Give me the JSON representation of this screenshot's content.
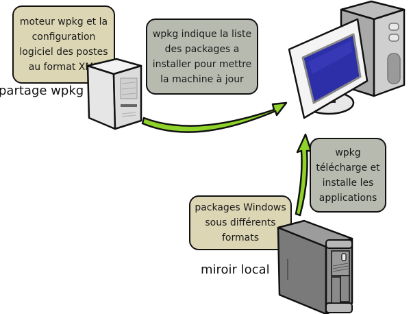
{
  "diagram": {
    "bubbles": {
      "moteur": {
        "lines": [
          "moteur wpkg et la",
          "configuration",
          "logiciel des postes",
          "au format XML"
        ]
      },
      "indique": {
        "lines": [
          "wpkg indique la liste",
          "des packages a",
          "installer pour mettre",
          "la machine à jour"
        ]
      },
      "telecharge": {
        "lines": [
          "wpkg",
          "télécharge et",
          "installe les",
          "applications"
        ]
      },
      "packages": {
        "lines": [
          "packages Windows",
          "sous différents",
          "formats"
        ]
      }
    },
    "labels": {
      "partage": "partage wpkg",
      "miroir": "miroir local"
    },
    "nodes": {
      "share_server": "server-tower-icon",
      "workstation": "desktop-computer-icon",
      "mirror_server": "server-tower-icon"
    },
    "colors": {
      "beige_bubble": "#dcd6b4",
      "grey_bubble": "#b7baaf",
      "arrow": "#8fd22a",
      "screen": "#2d2fa8"
    }
  }
}
